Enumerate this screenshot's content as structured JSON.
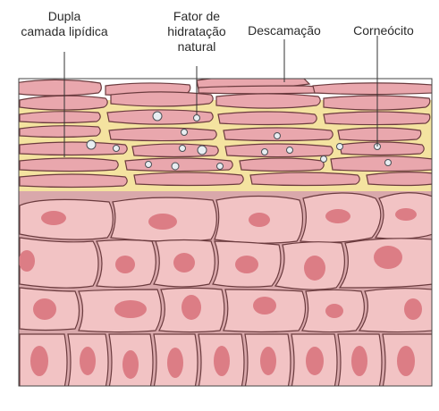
{
  "labels": {
    "lipid_bilayer_1": "Dupla",
    "lipid_bilayer_2": "camada lipídica",
    "nmf_1": "Fator de",
    "nmf_2": "hidratação",
    "nmf_3": "natural",
    "desquamation": "Descamação",
    "corneocyte": "Corneócito"
  },
  "colors": {
    "corneocyte_fill": "#e9a7ad",
    "corneocyte_stroke": "#6b3b3e",
    "lipid": "#f4e3a0",
    "cell_fill": "#f2c3c4",
    "nucleus": "#dc7d85",
    "frame": "#444444"
  }
}
